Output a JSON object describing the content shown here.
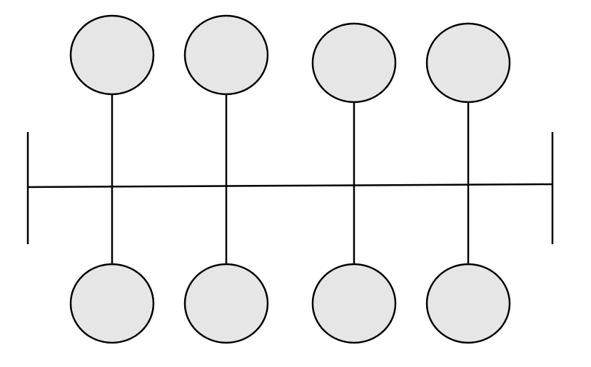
{
  "diagram": {
    "colors": {
      "line": "#000000",
      "node_fill": "#e6e6e6",
      "node_stroke": "#000000",
      "background": "#ffffff"
    },
    "structure": {
      "baseline": "horizontal-bar-with-end-caps",
      "branch_count": 4,
      "nodes_per_branch": [
        "top",
        "bottom"
      ],
      "node_shape": "circle",
      "labels": []
    }
  }
}
